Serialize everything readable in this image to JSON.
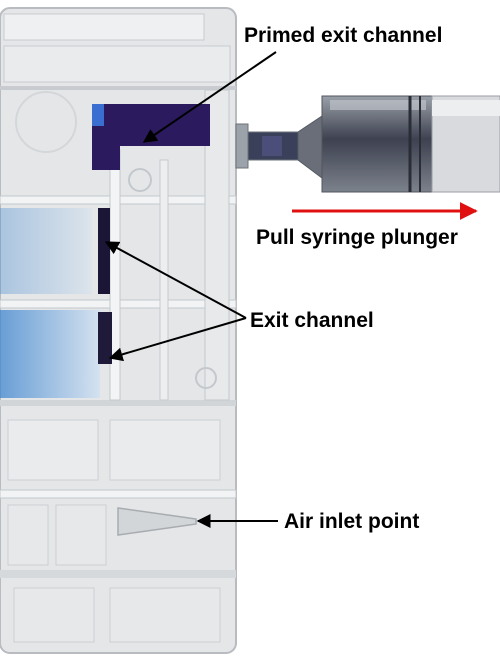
{
  "labels": {
    "primed_exit_channel": "Primed exit channel",
    "pull_syringe_plunger": "Pull syringe plunger",
    "exit_channel": "Exit channel",
    "air_inlet_point": "Air inlet point"
  },
  "colors": {
    "background": "#ffffff",
    "cartridge_body": "#e4e6e8",
    "cartridge_edge": "#b8bcc0",
    "ink_dark": "#2b1a5e",
    "ink_blue": "#4f8fd0",
    "syringe_barrel": "#5a5e6a",
    "plunger_arrow": "#e01010",
    "label_text": "#000000"
  }
}
